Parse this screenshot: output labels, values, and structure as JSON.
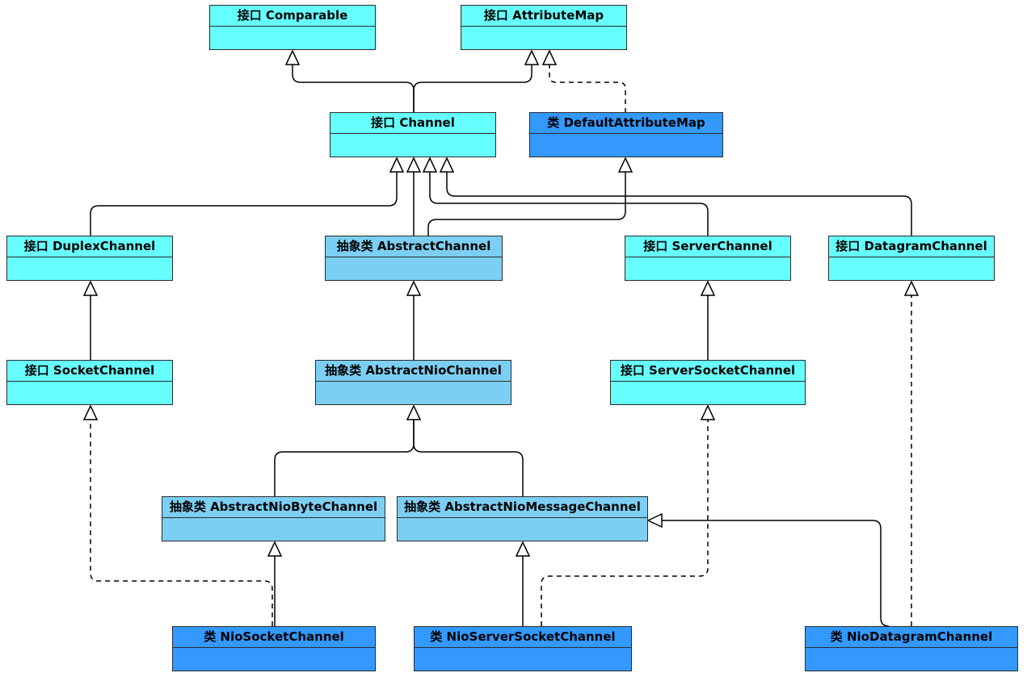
{
  "colors": {
    "interface": "#66ffff",
    "abstract": "#7ccff3",
    "concrete": "#3399ff",
    "line": "#000000"
  },
  "nodes": {
    "comparable": "接口 Comparable",
    "attributeMap": "接口 AttributeMap",
    "channel": "接口 Channel",
    "defaultAttributeMap": "类 DefaultAttributeMap",
    "duplexChannel": "接口 DuplexChannel",
    "abstractChannel": "抽象类 AbstractChannel",
    "serverChannel": "接口 ServerChannel",
    "datagramChannel": "接口 DatagramChannel",
    "socketChannel": "接口 SocketChannel",
    "abstractNioChannel": "抽象类 AbstractNioChannel",
    "serverSocketChannel": "接口 ServerSocketChannel",
    "abstractNioByteChannel": "抽象类 AbstractNioByteChannel",
    "abstractNioMessageChannel": "抽象类 AbstractNioMessageChannel",
    "nioSocketChannel": "类 NioSocketChannel",
    "nioServerSocketChannel": "类 NioServerSocketChannel",
    "nioDatagramChannel": "类 NioDatagramChannel"
  }
}
